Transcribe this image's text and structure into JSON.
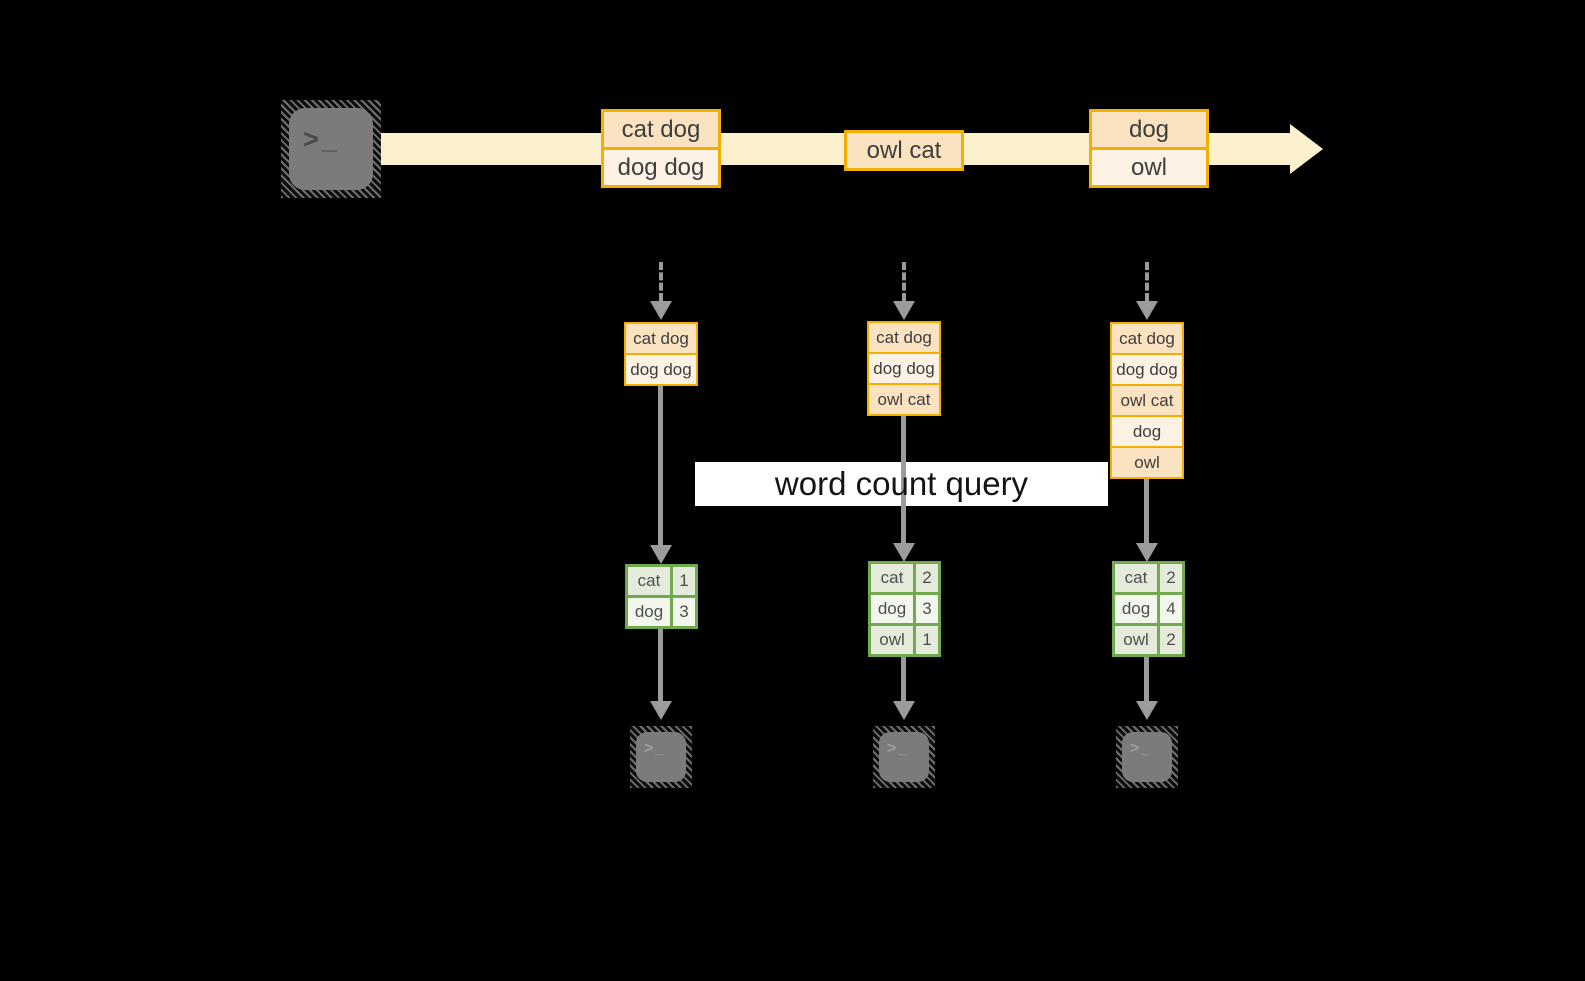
{
  "query": {
    "label": "word count query"
  },
  "icons": {
    "terminal_prompt": ">_"
  },
  "timeline": {
    "events": [
      {
        "rows": [
          "cat dog",
          "dog dog"
        ]
      },
      {
        "rows": [
          "owl cat"
        ]
      },
      {
        "rows": [
          "dog",
          "owl"
        ]
      }
    ]
  },
  "states": [
    {
      "rows": [
        "cat dog",
        "dog dog"
      ]
    },
    {
      "rows": [
        "cat dog",
        "dog dog",
        "owl cat"
      ]
    },
    {
      "rows": [
        "cat dog",
        "dog dog",
        "owl cat",
        "dog",
        "owl"
      ]
    }
  ],
  "counts": [
    {
      "rows": [
        [
          "cat",
          "1"
        ],
        [
          "dog",
          "3"
        ]
      ]
    },
    {
      "rows": [
        [
          "cat",
          "2"
        ],
        [
          "dog",
          "3"
        ],
        [
          "owl",
          "1"
        ]
      ]
    },
    {
      "rows": [
        [
          "cat",
          "2"
        ],
        [
          "dog",
          "4"
        ],
        [
          "owl",
          "2"
        ]
      ]
    }
  ],
  "colors": {
    "background": "#000000",
    "stream_band": "#fcf1cf",
    "event_border": "#f2af01",
    "event_fill_dark": "#fbe2c1",
    "event_fill_light": "#fdf2e3",
    "table_border": "#72a84f",
    "table_fill_dark": "#e4ebdb",
    "table_fill_light": "#f2f6ec",
    "arrow_gray": "#9b9b9b",
    "terminal_gray": "#7b7b7b",
    "banner_bg": "#ffffff"
  }
}
